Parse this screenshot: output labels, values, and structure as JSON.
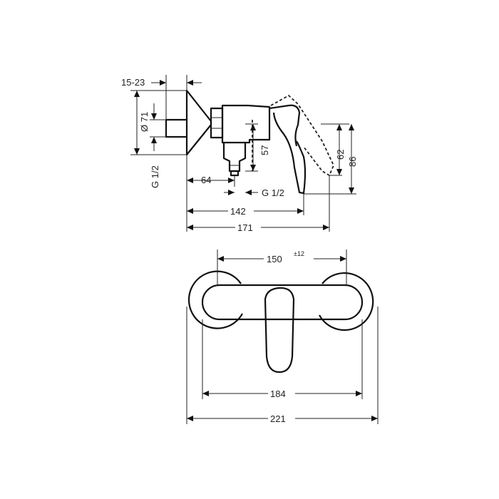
{
  "dimensions": {
    "side_view": {
      "clearance": "15-23",
      "rosette_diameter": "Ø 71",
      "inlet_thread": "G 1/2",
      "offset": "64",
      "outlet_thread": "G 1/2",
      "outlet_height": "57",
      "lever_height": "62",
      "total_height": "86",
      "projection": "142",
      "total_projection": "171"
    },
    "top_view": {
      "centers": "150",
      "centers_tolerance": "±12",
      "inner_width": "184",
      "overall_width": "221"
    }
  }
}
